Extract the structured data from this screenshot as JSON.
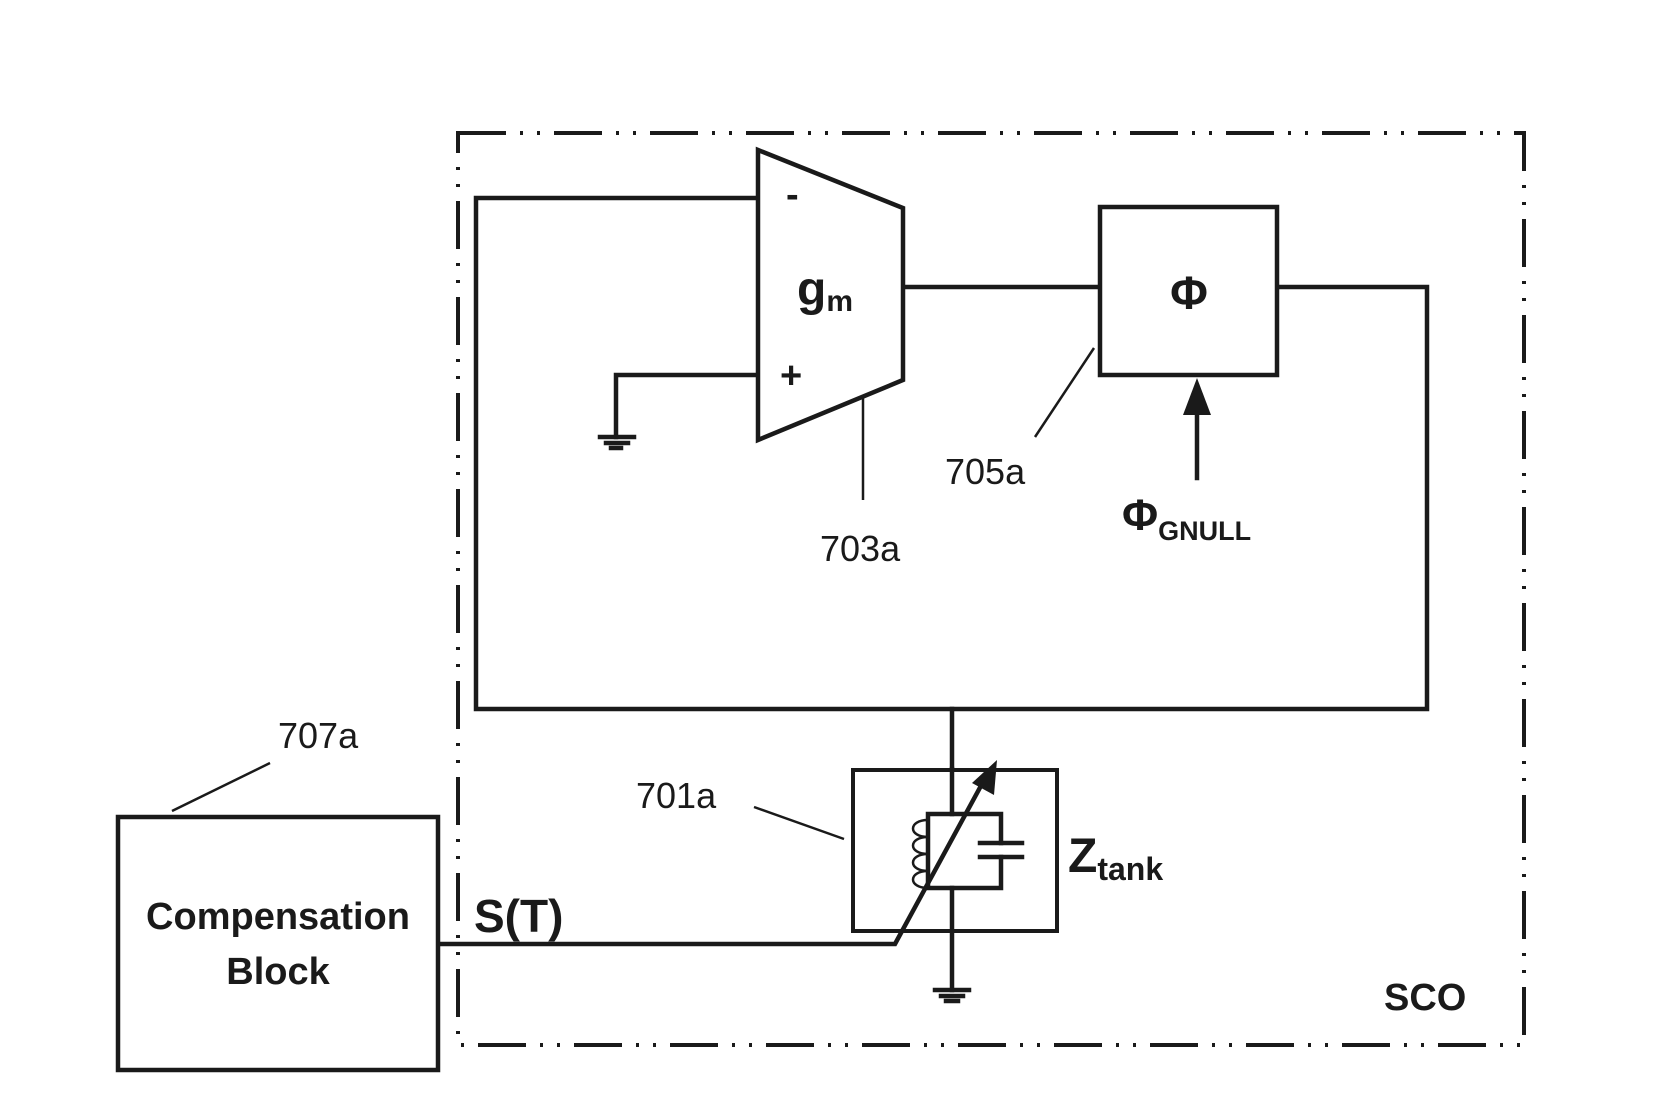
{
  "sco_label": "SCO",
  "gm_block": {
    "label": "g",
    "sub": "m",
    "minus": "-",
    "plus": "+",
    "ref": "703a"
  },
  "phase_block": {
    "label": "Φ",
    "ref": "705a",
    "control": "Φ",
    "control_sub": "GNULL"
  },
  "tank": {
    "label": "Z",
    "sub": "tank",
    "ref": "701a"
  },
  "compensation": {
    "line1": "Compensation",
    "line2": "Block",
    "ref": "707a"
  },
  "signal": "S(T)",
  "colors": {
    "line": "#1a1a1a",
    "background": "#ffffff"
  }
}
